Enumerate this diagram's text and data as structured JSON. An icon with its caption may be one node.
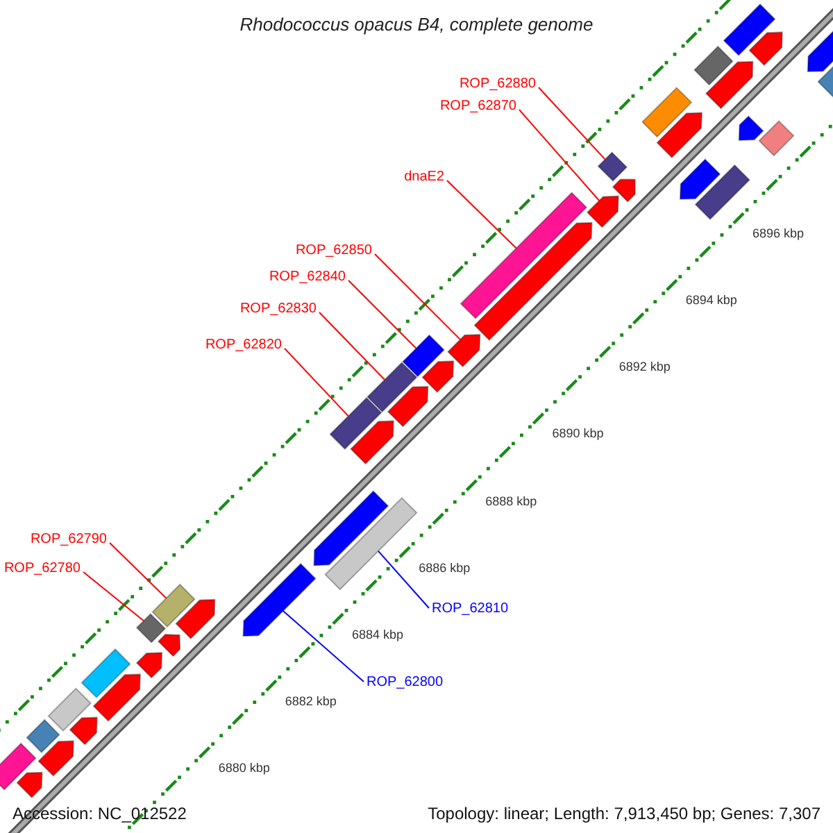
{
  "diagram": {
    "title": "Rhodococcus opacus B4, complete genome",
    "nodes": [
      {
        "text": [
          "ROP_62880"
        ]
      },
      {
        "text": [
          "ROP_62870"
        ]
      },
      {
        "text": [
          "dnaE2"
        ]
      },
      {
        "text": [
          "ROP_62850"
        ]
      },
      {
        "text": [
          "ROP_62840"
        ]
      },
      {
        "text": [
          "ROP_62830"
        ]
      },
      {
        "text": [
          "ROP_62820"
        ]
      },
      {
        "text": [
          "ROP_62790"
        ]
      },
      {
        "text": [
          "ROP_62780"
        ]
      },
      {
        "text": [
          "ROP_62810"
        ]
      },
      {
        "text": [
          "ROP_62800"
        ]
      },
      {
        "text": [],
        "shape": "arrow"
      },
      {
        "text": [],
        "shape": "bar"
      },
      {
        "text": [],
        "shape": "arrow"
      },
      {
        "text": [],
        "shape": "bar"
      },
      {
        "text": [],
        "shape": "bar"
      },
      {
        "text": [],
        "shape": "arrow"
      },
      {
        "text": [],
        "shape": "arrow"
      },
      {
        "text": [],
        "shape": "bar"
      },
      {
        "text": [],
        "shape": "arrow"
      },
      {
        "text": [],
        "shape": "bar"
      },
      {
        "text": [],
        "shape": "arrow"
      },
      {
        "text": [],
        "shape": "bar"
      },
      {
        "text": [],
        "shape": "arrow"
      },
      {
        "text": [],
        "shape": "arrow"
      },
      {
        "text": [],
        "shape": "arrow"
      },
      {
        "text": [],
        "shape": "bar"
      },
      {
        "text": [],
        "shape": "bar"
      },
      {
        "text": [],
        "shape": "arrow"
      },
      {
        "text": [],
        "shape": "bar"
      },
      {
        "text": [],
        "shape": "arrow"
      },
      {
        "text": [],
        "shape": "bar"
      },
      {
        "text": [],
        "shape": "arrow"
      },
      {
        "text": [],
        "shape": "arrow"
      },
      {
        "text": [],
        "shape": "arrow"
      },
      {
        "text": [],
        "shape": "bar"
      },
      {
        "text": [],
        "shape": "arrow"
      },
      {
        "text": [],
        "shape": "arrow"
      },
      {
        "text": [],
        "shape": "bar"
      },
      {
        "text": [],
        "shape": "arrow"
      },
      {
        "text": [],
        "shape": "bar"
      },
      {
        "text": [],
        "shape": "arrow"
      },
      {
        "text": [],
        "shape": "bar"
      },
      {
        "text": [],
        "shape": "arrow"
      },
      {
        "text": [],
        "shape": "arrow"
      },
      {
        "text": [],
        "shape": "bar"
      },
      {
        "text": [],
        "shape": "bar"
      },
      {
        "text": [],
        "shape": "bar"
      },
      {
        "text": [],
        "shape": "arrow"
      },
      {
        "text": [],
        "shape": "arrow"
      },
      {
        "text": [],
        "shape": "bar"
      }
    ],
    "edges": [
      {
        "from": 0,
        "to": 38,
        "arrow": "none"
      },
      {
        "from": 1,
        "to": 36,
        "arrow": "none"
      },
      {
        "from": 2,
        "to": 35,
        "arrow": "none"
      },
      {
        "from": 3,
        "to": 33,
        "arrow": "none"
      },
      {
        "from": 4,
        "to": 31,
        "arrow": "none"
      },
      {
        "from": 5,
        "to": 29,
        "arrow": "none"
      },
      {
        "from": 6,
        "to": 27,
        "arrow": "none"
      },
      {
        "from": 7,
        "to": 22,
        "arrow": "none"
      },
      {
        "from": 8,
        "to": 20,
        "arrow": "none"
      },
      {
        "from": 9,
        "to": 26,
        "arrow": "none",
        "color": "#0000ff"
      },
      {
        "from": 10,
        "to": 24,
        "arrow": "none",
        "color": "#0000ff"
      }
    ],
    "labels": [
      "6896 kbp",
      "6894 kbp",
      "6892 kbp",
      "6890 kbp",
      "6888 kbp",
      "6886 kbp",
      "6884 kbp",
      "6882 kbp",
      "6880 kbp",
      "Accession: NC_012522",
      "Topology: linear; Length: 7,913,450 bp; Genes: 7,307"
    ]
  }
}
